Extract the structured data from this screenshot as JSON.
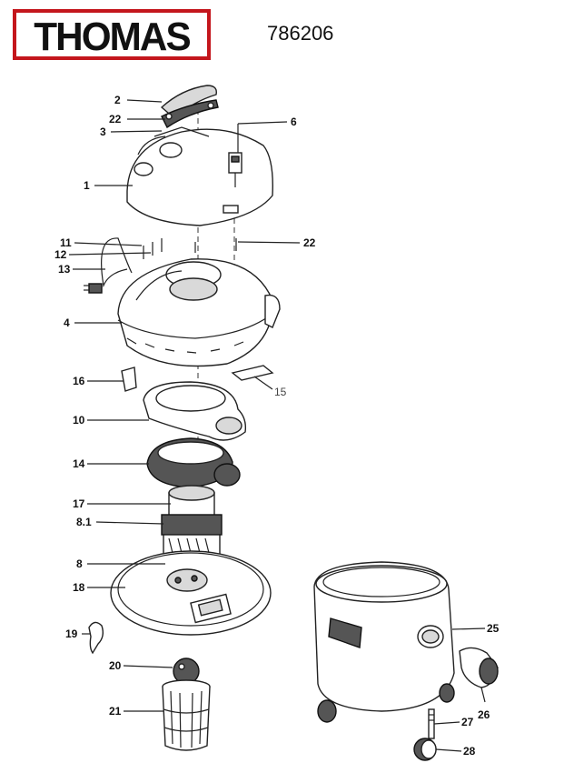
{
  "brand": {
    "logo_text": "THOMAS",
    "logo_color": "#c4161c"
  },
  "model_number": "786206",
  "parts": {
    "p1": "1",
    "p2": "2",
    "p3": "3",
    "p4": "4",
    "p6": "6",
    "p8": "8",
    "p8_1": "8.1",
    "p10": "10",
    "p11": "11",
    "p12": "12",
    "p13": "13",
    "p14": "14",
    "p15": "15",
    "p16": "16",
    "p17": "17",
    "p18": "18",
    "p19": "19",
    "p20": "20",
    "p21": "21",
    "p22a": "22",
    "p22b": "22",
    "p25": "25",
    "p26": "26",
    "p27": "27",
    "p28": "28"
  }
}
